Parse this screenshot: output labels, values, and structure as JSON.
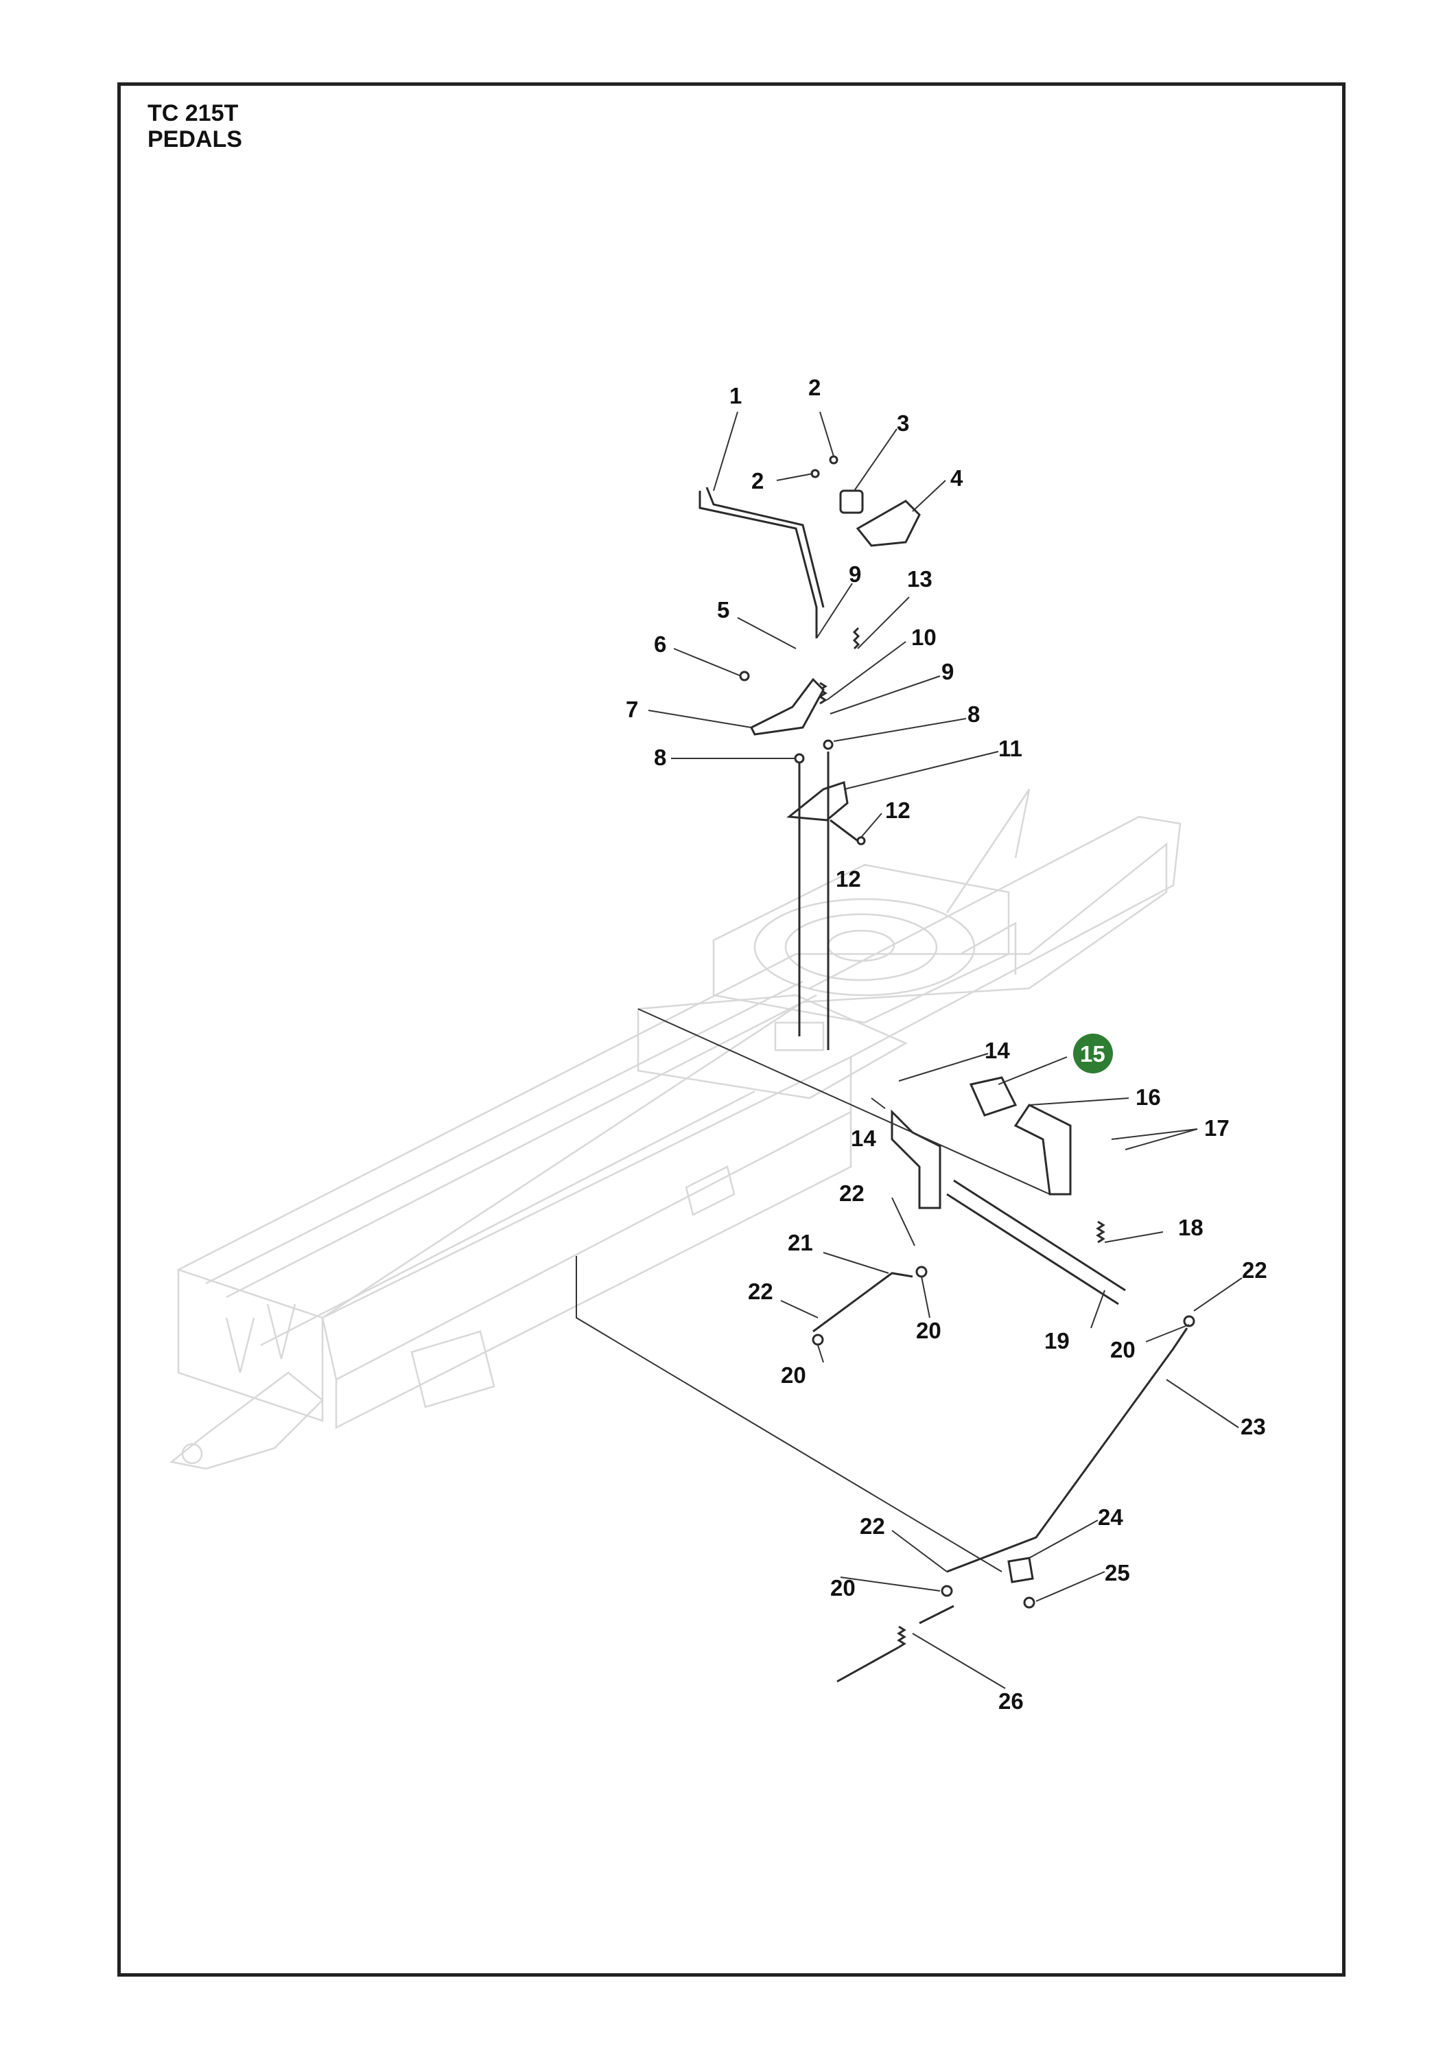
{
  "title": {
    "model": "TC 215T",
    "section": "PEDALS"
  },
  "colors": {
    "highlight_badge": "#2e7d32",
    "frame_border": "#222222",
    "ghost_frame": "#d8d8d8"
  },
  "callouts": [
    {
      "id": "c1",
      "label": "1"
    },
    {
      "id": "c2a",
      "label": "2"
    },
    {
      "id": "c2b",
      "label": "2"
    },
    {
      "id": "c3",
      "label": "3"
    },
    {
      "id": "c4",
      "label": "4"
    },
    {
      "id": "c5",
      "label": "5"
    },
    {
      "id": "c6",
      "label": "6"
    },
    {
      "id": "c7",
      "label": "7"
    },
    {
      "id": "c8a",
      "label": "8"
    },
    {
      "id": "c8b",
      "label": "8"
    },
    {
      "id": "c9a",
      "label": "9"
    },
    {
      "id": "c9b",
      "label": "9"
    },
    {
      "id": "c10",
      "label": "10"
    },
    {
      "id": "c11",
      "label": "11"
    },
    {
      "id": "c12a",
      "label": "12"
    },
    {
      "id": "c12b",
      "label": "12"
    },
    {
      "id": "c13",
      "label": "13"
    },
    {
      "id": "c14a",
      "label": "14"
    },
    {
      "id": "c14b",
      "label": "14"
    },
    {
      "id": "c15",
      "label": "15",
      "highlighted": true
    },
    {
      "id": "c16",
      "label": "16"
    },
    {
      "id": "c17",
      "label": "17"
    },
    {
      "id": "c18",
      "label": "18"
    },
    {
      "id": "c19",
      "label": "19"
    },
    {
      "id": "c20a",
      "label": "20"
    },
    {
      "id": "c20b",
      "label": "20"
    },
    {
      "id": "c20c",
      "label": "20"
    },
    {
      "id": "c20d",
      "label": "20"
    },
    {
      "id": "c21",
      "label": "21"
    },
    {
      "id": "c22a",
      "label": "22"
    },
    {
      "id": "c22b",
      "label": "22"
    },
    {
      "id": "c22c",
      "label": "22"
    },
    {
      "id": "c22d",
      "label": "22"
    },
    {
      "id": "c23",
      "label": "23"
    },
    {
      "id": "c24",
      "label": "24"
    },
    {
      "id": "c25",
      "label": "25"
    },
    {
      "id": "c26",
      "label": "26"
    }
  ]
}
